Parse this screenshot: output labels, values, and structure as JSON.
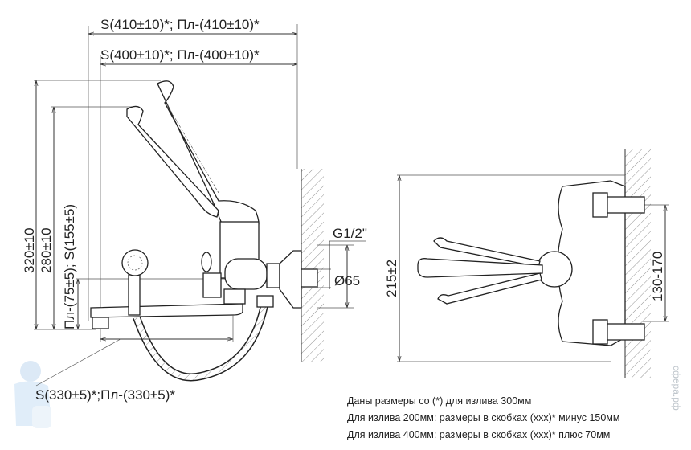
{
  "side_view": {
    "dim_top_1": "S(410±10)*; Пл-(410±10)*",
    "dim_top_2": "S(400±10)*; Пл-(400±10)*",
    "dim_height_1": "320±10",
    "dim_height_2": "280±10",
    "dim_height_3": "Пл-(75±5); S(155±5)",
    "dim_thread": "G1/2\"",
    "dim_diameter": "Ø65",
    "dim_spout": "S(330±5)*;Пл-(330±5)*"
  },
  "front_view": {
    "dim_height": "215±2",
    "dim_centers": "130-170"
  },
  "notes": [
    "Даны размеры со (*) для излива 300мм",
    "Для излива 200мм: размеры в скобках (ххх)* минус 150мм",
    "Для излива 400мм: размеры в скобках (ххх)* плюс 70мм"
  ],
  "watermark": "сфера.рф"
}
